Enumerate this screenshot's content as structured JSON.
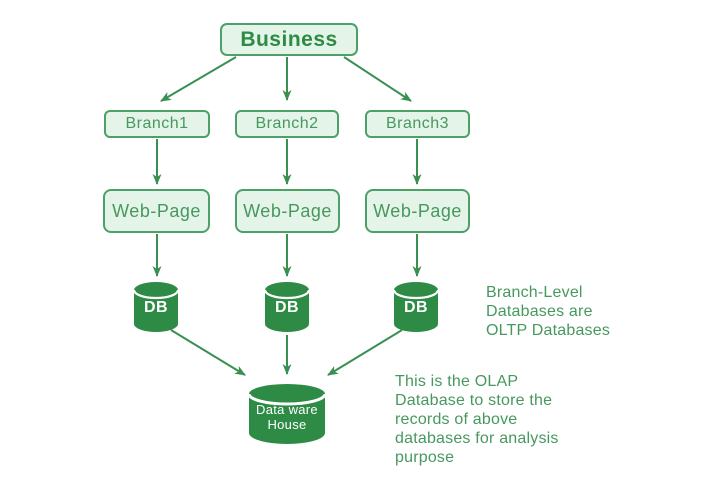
{
  "nodes": {
    "business": "Business",
    "branches": [
      "Branch1",
      "Branch2",
      "Branch3"
    ],
    "web_pages": [
      "Web-Page",
      "Web-Page",
      "Web-Page"
    ],
    "databases": [
      "DB",
      "DB",
      "DB"
    ],
    "warehouse": "Data ware\nHouse"
  },
  "annotations": {
    "oltp": "Branch-Level\nDatabases are\nOLTP Databases",
    "olap": "This is the OLAP\nDatabase to store the\nrecords of above\ndatabases for analysis\npurpose"
  },
  "colors": {
    "background": "#ffffff",
    "solid_cylinder_green": "#2e8b45",
    "box_fill": "#e4f4e8",
    "box_border": "#4da167",
    "box_text": "#47985f",
    "business_text": "#2e8b45",
    "arrow": "#3a8f52",
    "annotation_text": "#47985f",
    "cylinder_label": "#ffffff"
  }
}
